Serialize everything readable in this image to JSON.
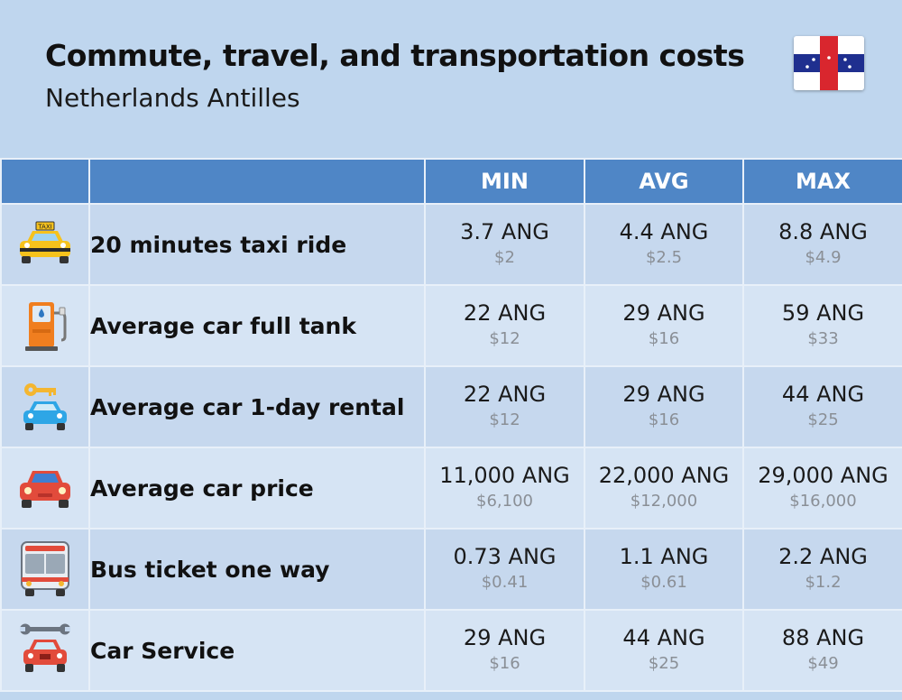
{
  "header": {
    "title": "Commute, travel, and transportation costs",
    "subtitle": "Netherlands Antilles"
  },
  "table": {
    "columns": [
      "MIN",
      "AVG",
      "MAX"
    ],
    "rows": [
      {
        "label": "20 minutes taxi ride",
        "icon": "taxi-icon",
        "min": "3.7 ANG",
        "min_usd": "$2",
        "avg": "4.4 ANG",
        "avg_usd": "$2.5",
        "max": "8.8 ANG",
        "max_usd": "$4.9"
      },
      {
        "label": "Average car full tank",
        "icon": "fuel-pump-icon",
        "min": "22 ANG",
        "min_usd": "$12",
        "avg": "29 ANG",
        "avg_usd": "$16",
        "max": "59 ANG",
        "max_usd": "$33"
      },
      {
        "label": "Average car 1-day rental",
        "icon": "car-key-icon",
        "min": "22 ANG",
        "min_usd": "$12",
        "avg": "29 ANG",
        "avg_usd": "$16",
        "max": "44 ANG",
        "max_usd": "$25"
      },
      {
        "label": "Average car price",
        "icon": "car-icon",
        "min": "11,000 ANG",
        "min_usd": "$6,100",
        "avg": "22,000 ANG",
        "avg_usd": "$12,000",
        "max": "29,000 ANG",
        "max_usd": "$16,000"
      },
      {
        "label": "Bus ticket one way",
        "icon": "bus-icon",
        "min": "0.73 ANG",
        "min_usd": "$0.41",
        "avg": "1.1 ANG",
        "avg_usd": "$0.61",
        "max": "2.2 ANG",
        "max_usd": "$1.2"
      },
      {
        "label": "Car Service",
        "icon": "car-service-icon",
        "min": "29 ANG",
        "min_usd": "$16",
        "avg": "44 ANG",
        "avg_usd": "$25",
        "max": "88 ANG",
        "max_usd": "$49"
      }
    ]
  },
  "flag": {
    "icon": "netherlands-antilles-flag-icon",
    "colors": {
      "white": "#ffffff",
      "red": "#d9262e",
      "blue": "#1f2f8f"
    }
  },
  "colors": {
    "background": "#bfd6ee",
    "header_row": "#4f86c6",
    "row_odd": "#c6d8ee",
    "row_even": "#d6e4f4",
    "usd_text": "#8a8f96"
  }
}
